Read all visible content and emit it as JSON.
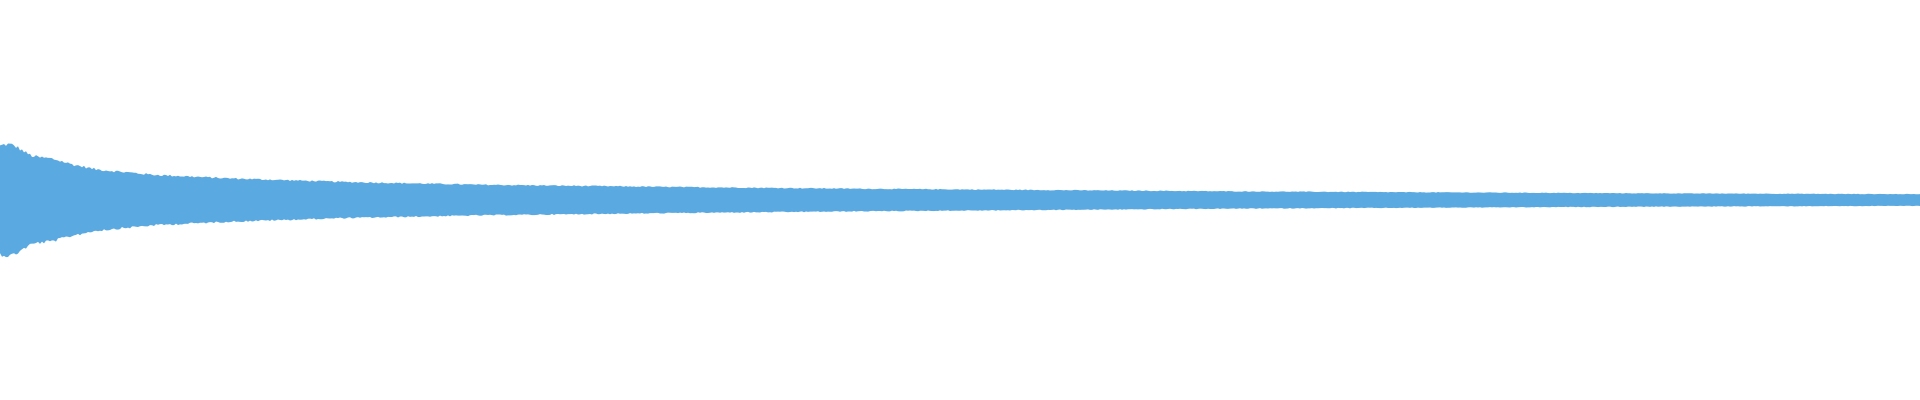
{
  "waveform": {
    "color": "#5aa9e1",
    "background": "#ffffff",
    "envelope": [
      [
        0.0,
        0.6
      ],
      [
        0.01,
        0.55
      ],
      [
        0.02,
        0.5
      ],
      [
        0.03,
        0.43
      ],
      [
        0.05,
        0.34
      ],
      [
        0.08,
        0.28
      ],
      [
        0.12,
        0.24
      ],
      [
        0.18,
        0.2
      ],
      [
        0.25,
        0.17
      ],
      [
        0.35,
        0.145
      ],
      [
        0.45,
        0.125
      ],
      [
        0.55,
        0.11
      ],
      [
        0.65,
        0.095
      ],
      [
        0.75,
        0.085
      ],
      [
        0.85,
        0.075
      ],
      [
        0.95,
        0.068
      ],
      [
        1.0,
        0.065
      ]
    ]
  }
}
